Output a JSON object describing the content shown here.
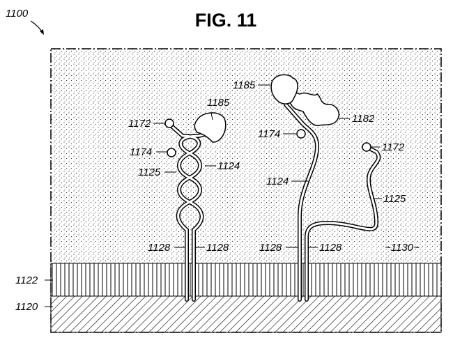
{
  "figure": {
    "title": "FIG. 11",
    "ref": "1100",
    "labels": {
      "layer_top": "1122",
      "layer_bottom": "1120",
      "medium": "1130",
      "left_1185": "1185",
      "left_1172": "1172",
      "left_1174": "1174",
      "left_1125": "1125",
      "left_1124": "1124",
      "left_1128a": "1128",
      "left_1128b": "1128",
      "right_1185": "1185",
      "right_1182": "1182",
      "right_1174": "1174",
      "right_1172": "1172",
      "right_1124": "1124",
      "right_1125": "1125",
      "right_1128a": "1128",
      "right_1128b": "1128"
    }
  }
}
